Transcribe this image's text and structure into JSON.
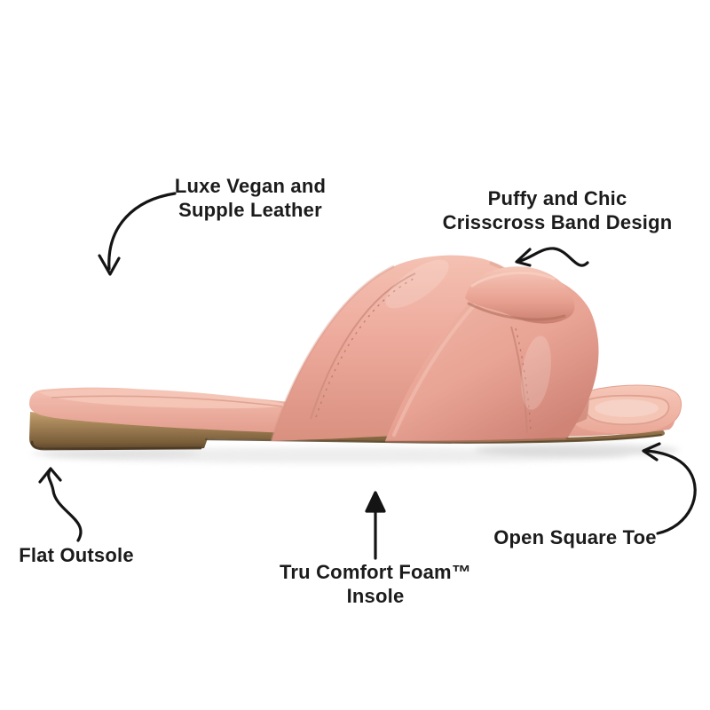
{
  "figure": {
    "type": "annotated-product-feature-image",
    "subject": "Side view of a blush pink puffy crisscross slide sandal with flat tan outsole"
  },
  "callouts": {
    "material": {
      "line1": "Luxe Vegan and",
      "line2": "Supple Leather"
    },
    "band": {
      "line1": "Puffy and Chic",
      "line2": "Crisscross Band Design"
    },
    "outsole": {
      "label": "Flat Outsole"
    },
    "insole": {
      "line1": "Tru Comfort Foam™",
      "line2": "Insole"
    },
    "toe": {
      "label": "Open Square Toe"
    }
  },
  "colors": {
    "background": "#ffffff",
    "text": "#1b1b1b",
    "arrow": "#141414",
    "band_pink": "#edab9e",
    "band_highlight": "#f5c3b5",
    "band_shadow": "#d69082",
    "footbed_pink": "#f3bfb0",
    "outsole_tan": "#a9875a",
    "outsole_dark": "#4c3b24",
    "ground_shadow": "#dcdcdc"
  }
}
